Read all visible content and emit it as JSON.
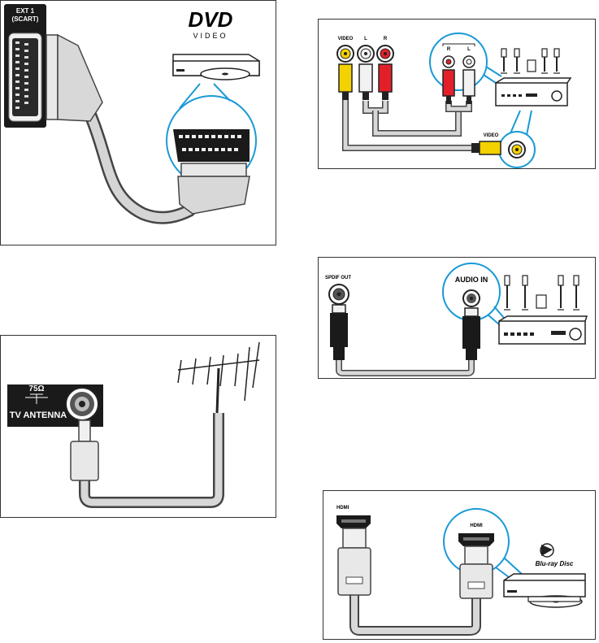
{
  "scart_panel": {
    "port_label_line1": "EXT 1",
    "port_label_line2": "(SCART)",
    "dvd_logo": "DVD",
    "dvd_logo_sub": "VIDEO"
  },
  "rca_panel": {
    "video_label": "VIDEO",
    "l_label": "L",
    "r_label": "R",
    "device_r_label": "R",
    "device_l_label": "L",
    "device_video_label": "VIDEO",
    "colors": {
      "video": "#f4d100",
      "white": "#f2f2f2",
      "red": "#e3202a"
    }
  },
  "antenna_panel": {
    "impedance": "75Ω",
    "antenna_label": "TV ANTENNA"
  },
  "spdif_panel": {
    "out_label": "SPDIF OUT",
    "in_label": "AUDIO IN"
  },
  "hdmi_panel": {
    "left_label": "HDMI",
    "right_label": "HDMI",
    "brand_logo": "Blu-ray Disc"
  },
  "accent_color": "#1a9ad6"
}
